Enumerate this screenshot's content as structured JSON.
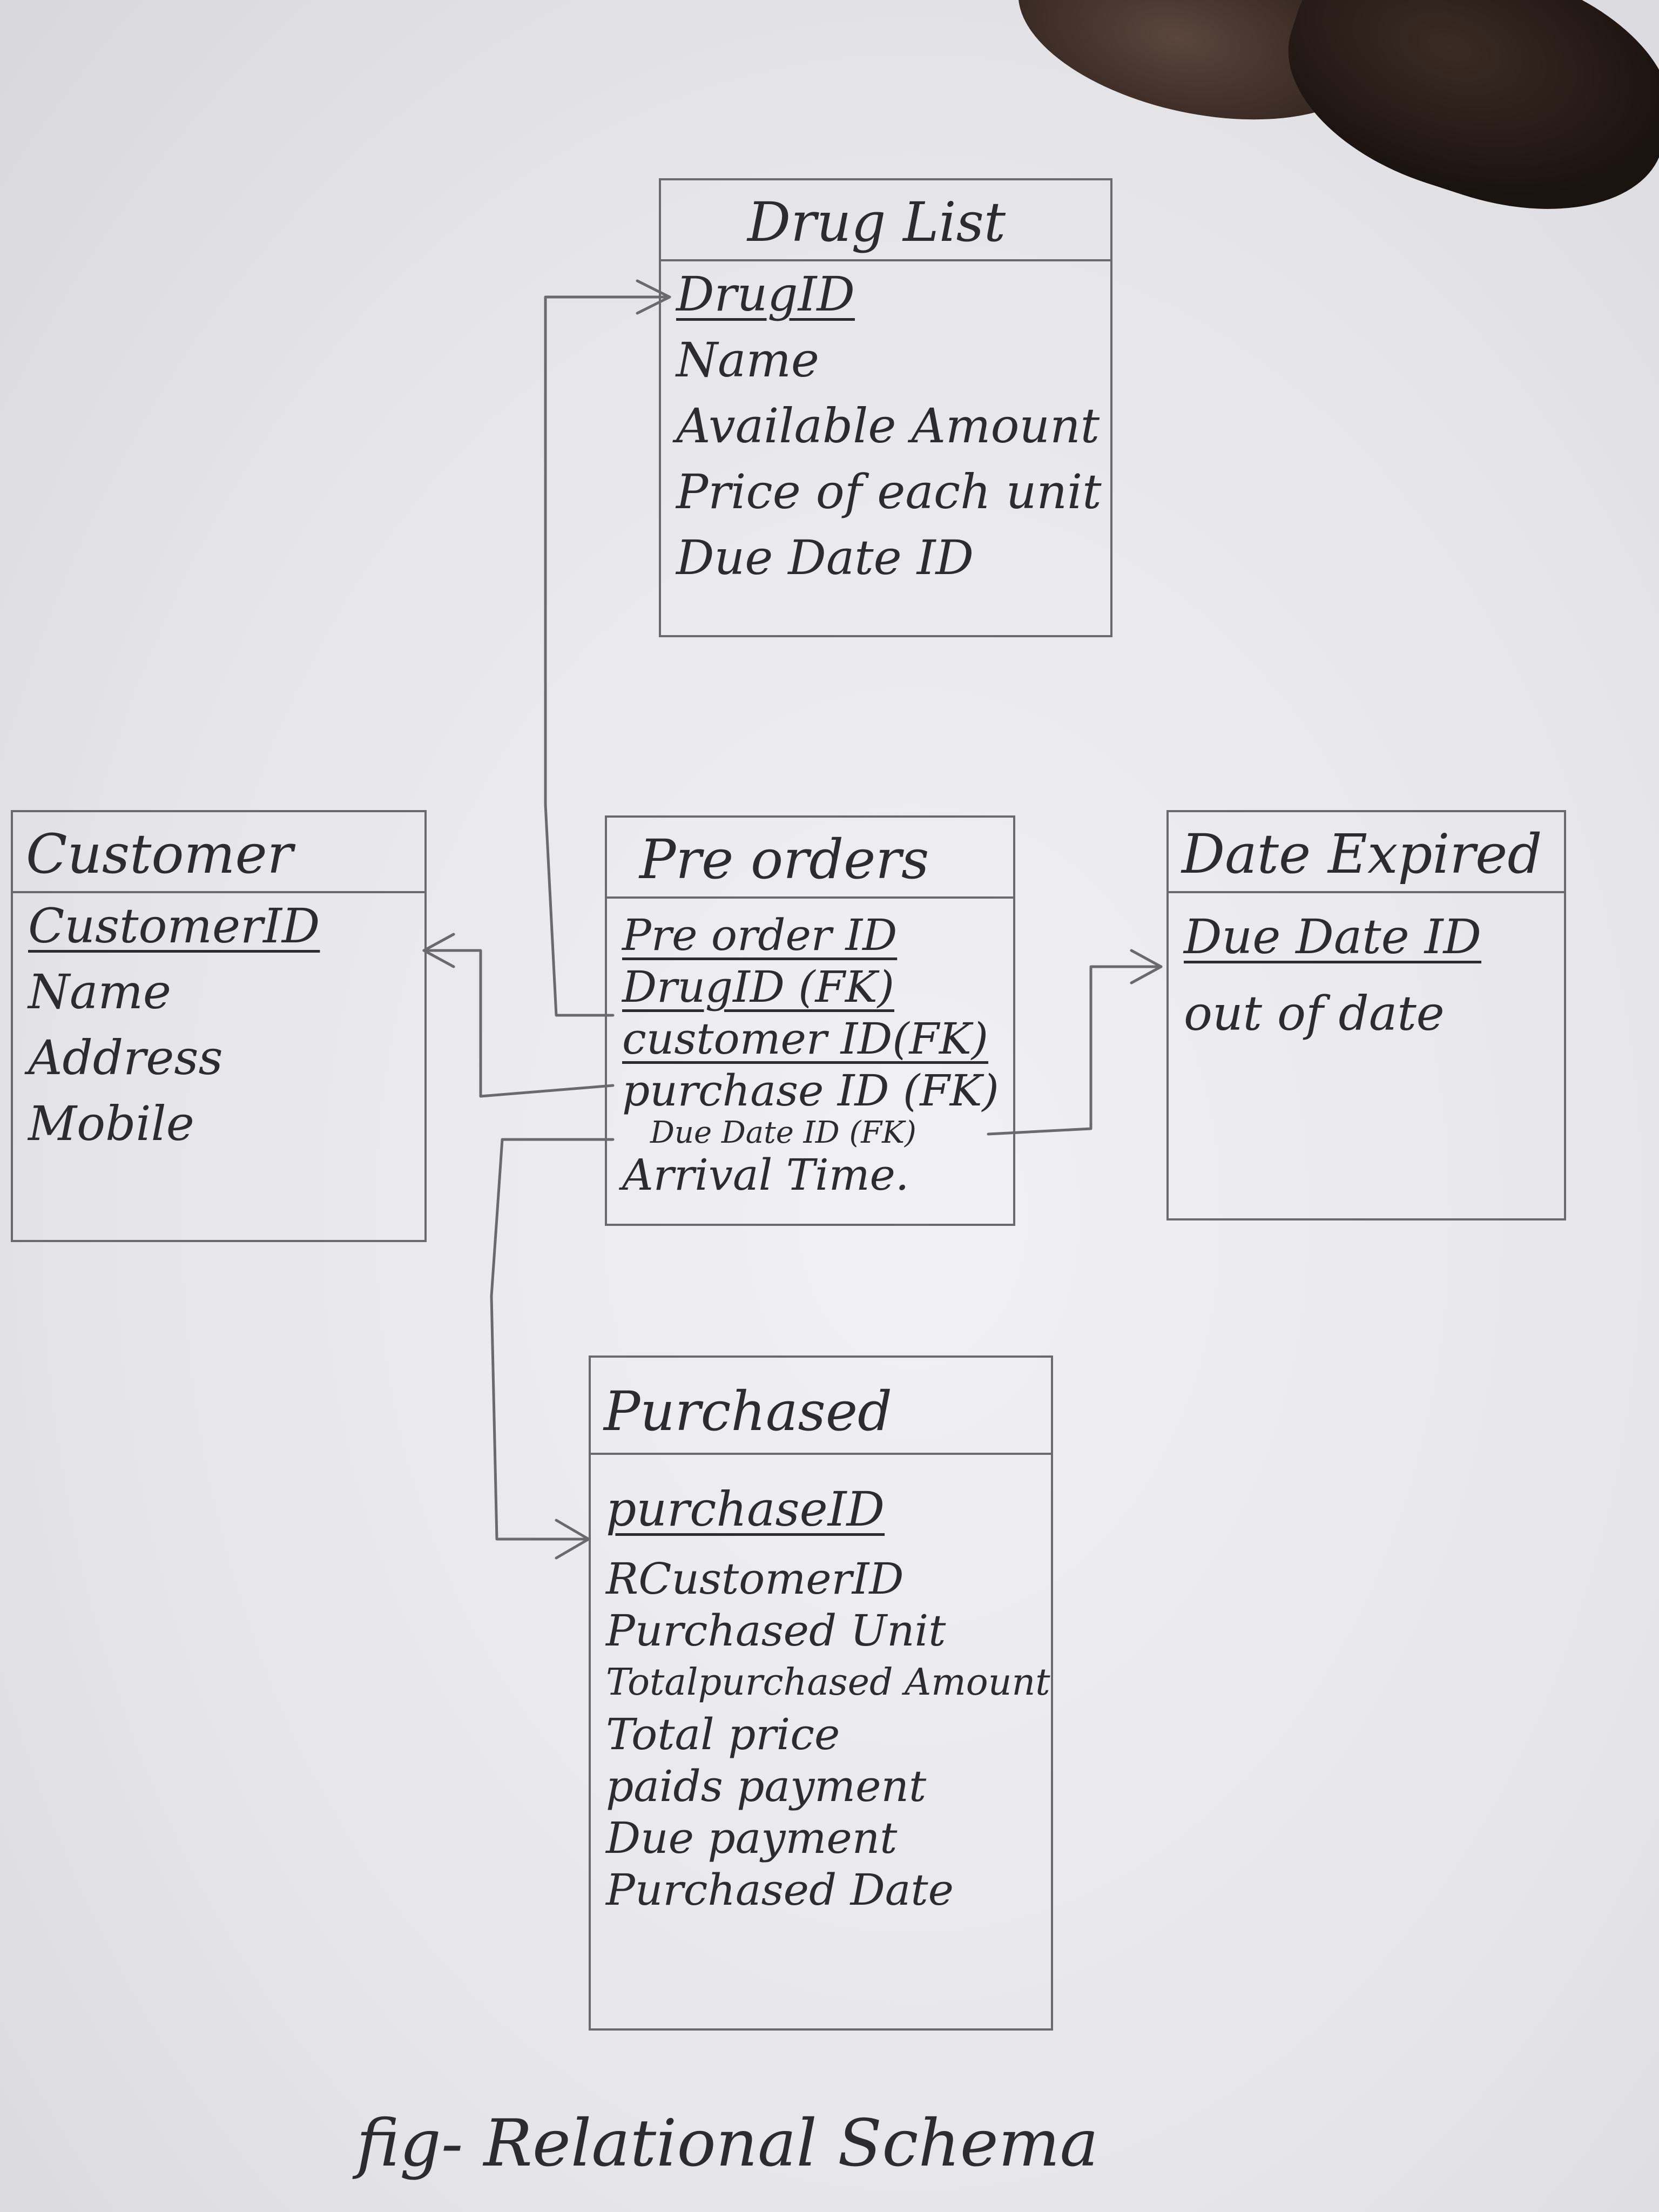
{
  "entities": {
    "drug_list": {
      "title": "Drug List",
      "attrs": [
        "DrugID",
        "Name",
        "Available Amount",
        "Price of each unit",
        "Due Date ID"
      ]
    },
    "customer": {
      "title": "Customer",
      "attrs": [
        "CustomerID",
        "Name",
        "Address",
        "Mobile"
      ]
    },
    "pre_orders": {
      "title": "Pre orders",
      "attrs": [
        "Pre order ID",
        "DrugID (FK)",
        "customer ID(FK)",
        "purchase ID (FK)",
        "Due Date ID (FK)",
        "Arrival Time."
      ]
    },
    "date_expired": {
      "title": "Date Expired",
      "attrs": [
        "Due Date ID",
        "out of date"
      ]
    },
    "purchased": {
      "title": "Purchased",
      "attrs": [
        "purchaseID",
        "RCustomerID",
        "Purchased Unit",
        "Totalpurchased Amount",
        "Total price",
        "paids payment",
        "Due payment",
        "Purchased Date"
      ]
    }
  },
  "caption": "fig- Relational Schema"
}
